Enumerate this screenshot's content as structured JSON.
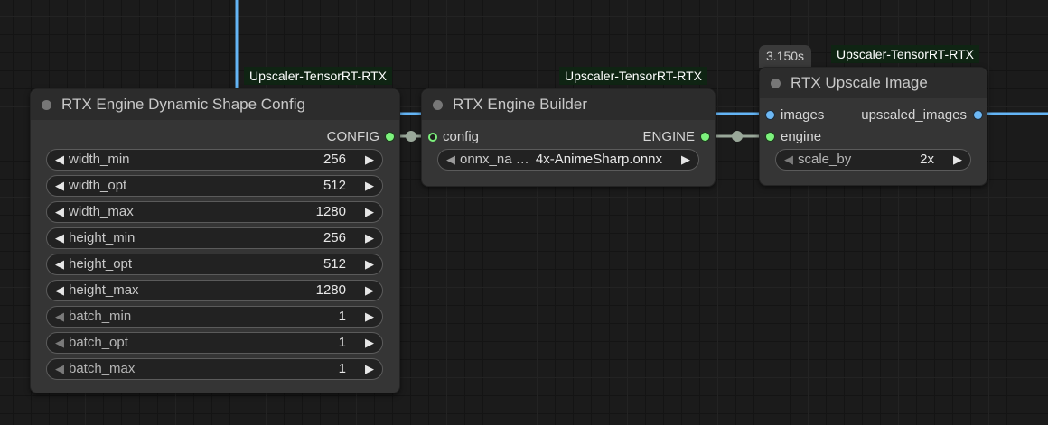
{
  "colors": {
    "background": "#1b1b1b",
    "node_body": "#353535",
    "node_title": "#2c2c2c",
    "group_label_bg": "#0f2413",
    "image_wire": "#64b5f6",
    "engine_wire": "#9aa89a",
    "slot_green": "#7df27d",
    "slot_blue": "#6db8f5"
  },
  "groups": [
    {
      "label": "Upscaler-TensorRT-RTX"
    },
    {
      "label": "Upscaler-TensorRT-RTX"
    },
    {
      "label": "Upscaler-TensorRT-RTX"
    }
  ],
  "nodes": {
    "config": {
      "title": "RTX Engine Dynamic Shape Config",
      "output_label": "CONFIG",
      "widgets": [
        {
          "label": "width_min",
          "value": "256"
        },
        {
          "label": "width_opt",
          "value": "512"
        },
        {
          "label": "width_max",
          "value": "1280"
        },
        {
          "label": "height_min",
          "value": "256"
        },
        {
          "label": "height_opt",
          "value": "512"
        },
        {
          "label": "height_max",
          "value": "1280"
        },
        {
          "label": "batch_min",
          "value": "1"
        },
        {
          "label": "batch_opt",
          "value": "1"
        },
        {
          "label": "batch_max",
          "value": "1"
        }
      ]
    },
    "builder": {
      "title": "RTX Engine Builder",
      "input_label": "config",
      "output_label": "ENGINE",
      "widget": {
        "label": "onnx_na …",
        "value": "4x-AnimeSharp.onnx"
      }
    },
    "upscale": {
      "title": "RTX Upscale Image",
      "timing": "3.150s",
      "inputs": [
        "images",
        "engine"
      ],
      "output_label": "upscaled_images",
      "widget": {
        "label": "scale_by",
        "value": "2x"
      }
    }
  }
}
